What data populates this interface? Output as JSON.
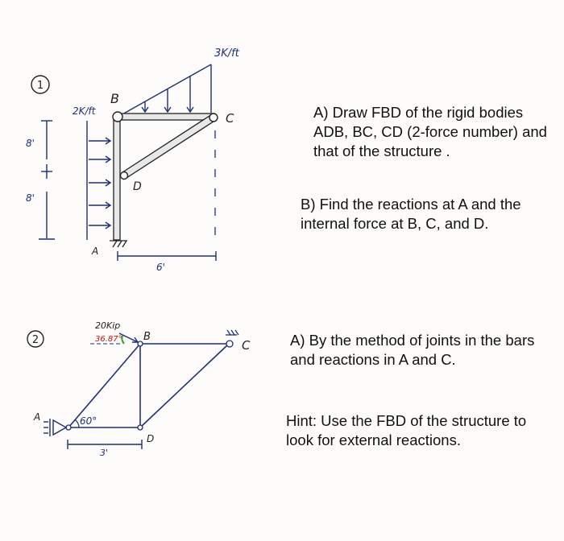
{
  "problem1": {
    "number": "1",
    "label_B": "B",
    "label_C": "C",
    "label_D": "D",
    "label_A": "A",
    "load_top": "3K/ft",
    "load_left": "2K/ft",
    "dim_upper": "8'",
    "dim_lower": "8'",
    "dim_horizontal": "6'",
    "part_a": "A) Draw FBD of the rigid bodies  ADB, BC, CD (2-force number) and that of the structure .",
    "part_b": "B) Find the reactions at A and the internal force at B, C, and D."
  },
  "problem2": {
    "number": "2",
    "label_A": "A",
    "label_B": "B",
    "label_C": "C",
    "label_D": "D",
    "load": "20Kip",
    "load_angle": "36.87°",
    "angle_A": "60°",
    "dim_horizontal": "3'",
    "part_a": "A) By the method of joints in the bars and reactions in A and C.",
    "hint": "Hint: Use the FBD of the structure to look for external reactions."
  },
  "colors": {
    "ink_blue": "#1d2f7a",
    "member_fill": "#e8e8e8",
    "member_stroke": "#222222",
    "highlight": "#1fa82a",
    "highlight_red": "#d01818"
  }
}
